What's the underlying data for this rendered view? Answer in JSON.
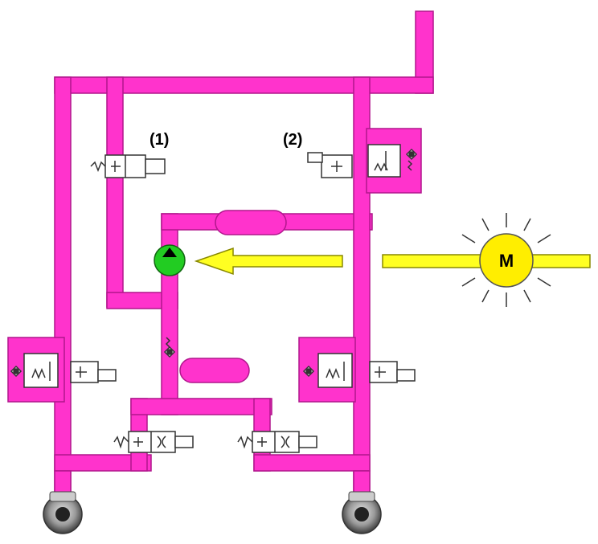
{
  "labels": {
    "valve_1": "(1)",
    "valve_2": "(2)",
    "motor": "M"
  },
  "colors": {
    "pipe": "#ff33cc",
    "pipe_stroke": "#b0168c",
    "arrow": "#ffff22",
    "arrow_stroke": "#888800",
    "pump": "#22cc22",
    "motor": "#ffee00",
    "valve_fill": "#ffffff",
    "valve_stroke": "#333333",
    "wheel": "#555555"
  },
  "icons": {
    "pump": "pump-icon",
    "motor": "motor-icon",
    "wheel": "brake-disc-icon",
    "arrow": "arrow-left-icon"
  }
}
